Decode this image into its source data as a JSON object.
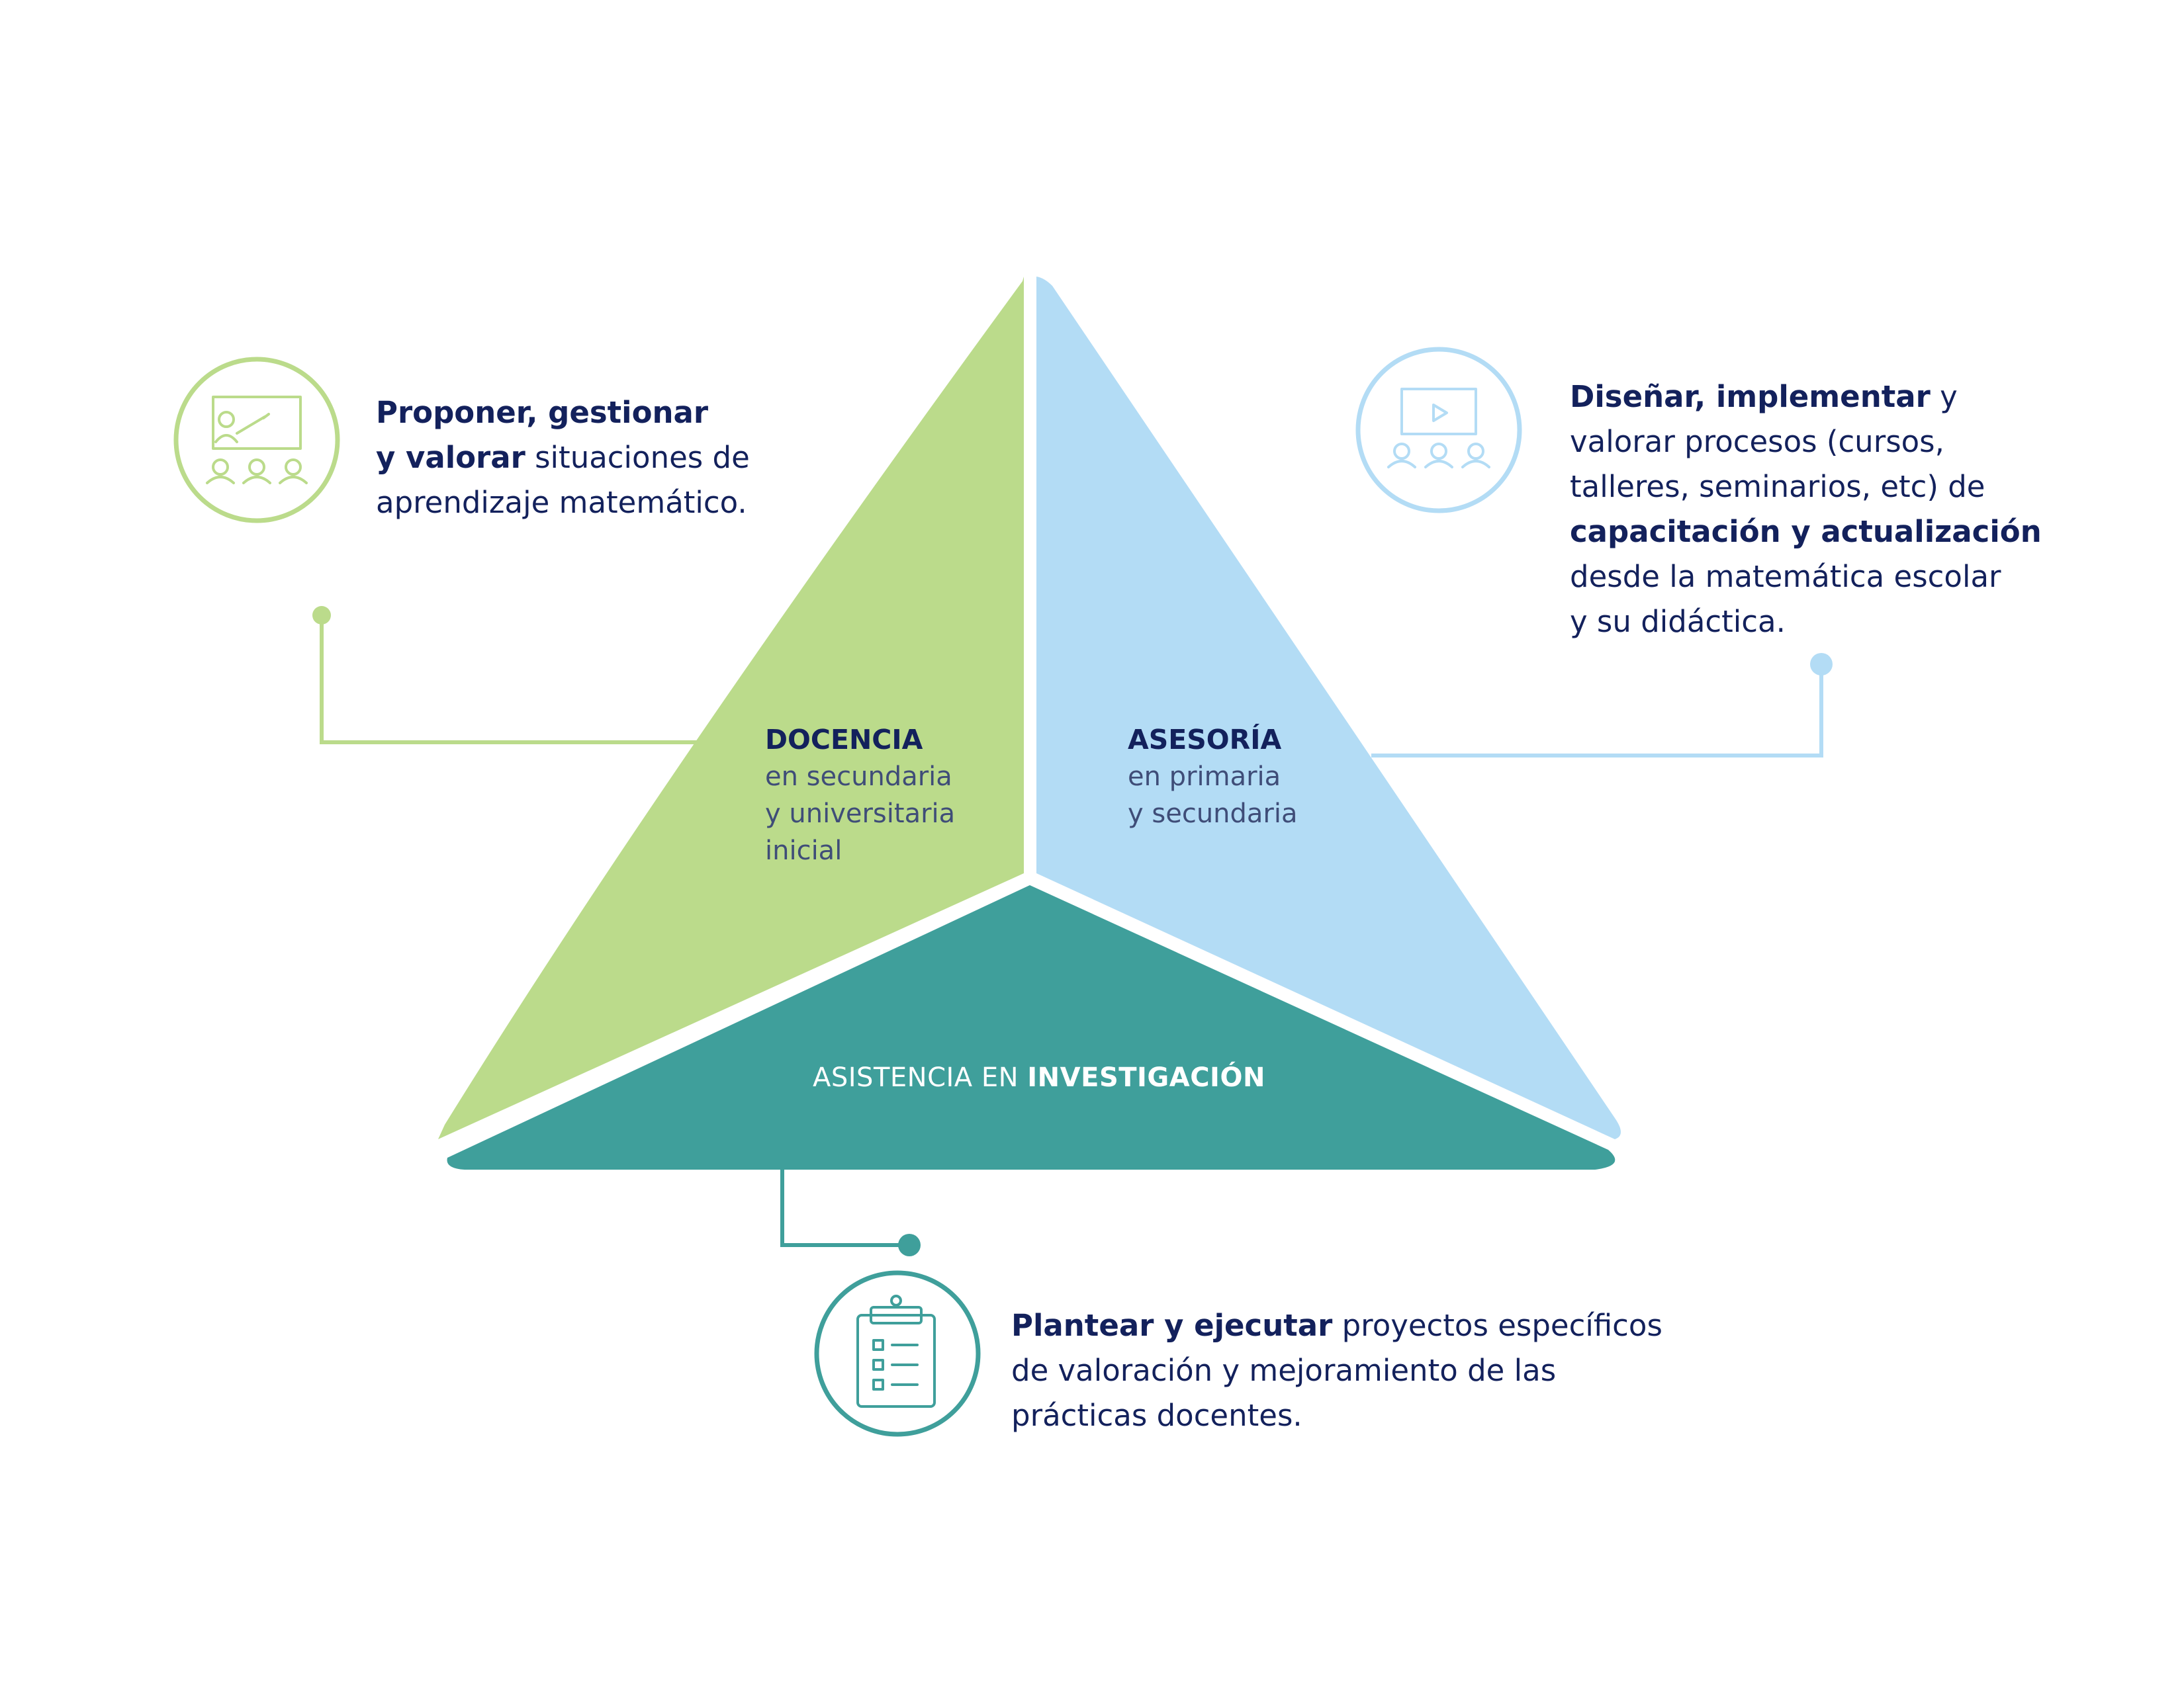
{
  "colors": {
    "green": "#bbdb8b",
    "blue": "#b3dcf5",
    "teal": "#3f9f9b",
    "navy": "#13215c"
  },
  "segments": {
    "docencia": {
      "title": "DOCENCIA",
      "sub1": "en secundaria",
      "sub2": "y universitaria",
      "sub3": "inicial"
    },
    "asesoria": {
      "title": "ASESORÍA",
      "sub1": "en primaria",
      "sub2": "y secundaria"
    },
    "investigacion": {
      "prefix": "ASISTENCIA EN ",
      "bold": "INVESTIGACIÓN"
    }
  },
  "descriptions": {
    "docencia": {
      "l1_bold": "Proponer, gestionar",
      "l2_bold": "y valorar",
      "l2_rest": " situaciones de",
      "l3": "aprendizaje matemático."
    },
    "asesoria": {
      "l1_bold": "Diseñar, implementar",
      "l1_rest": " y",
      "l2": "valorar procesos (cursos,",
      "l3": "talleres, seminarios, etc) de",
      "l4_bold": "capacitación y actualización",
      "l5": "desde la matemática escolar",
      "l6": "y su didáctica."
    },
    "investigacion": {
      "l1_bold": "Plantear y ejecutar",
      "l1_rest": " proyectos específicos",
      "l2": "de valoración y mejoramiento de las",
      "l3": "prácticas docentes."
    }
  },
  "icons": {
    "docencia": "teacher-presentation-icon",
    "asesoria": "video-training-icon",
    "investigacion": "clipboard-checklist-icon"
  }
}
